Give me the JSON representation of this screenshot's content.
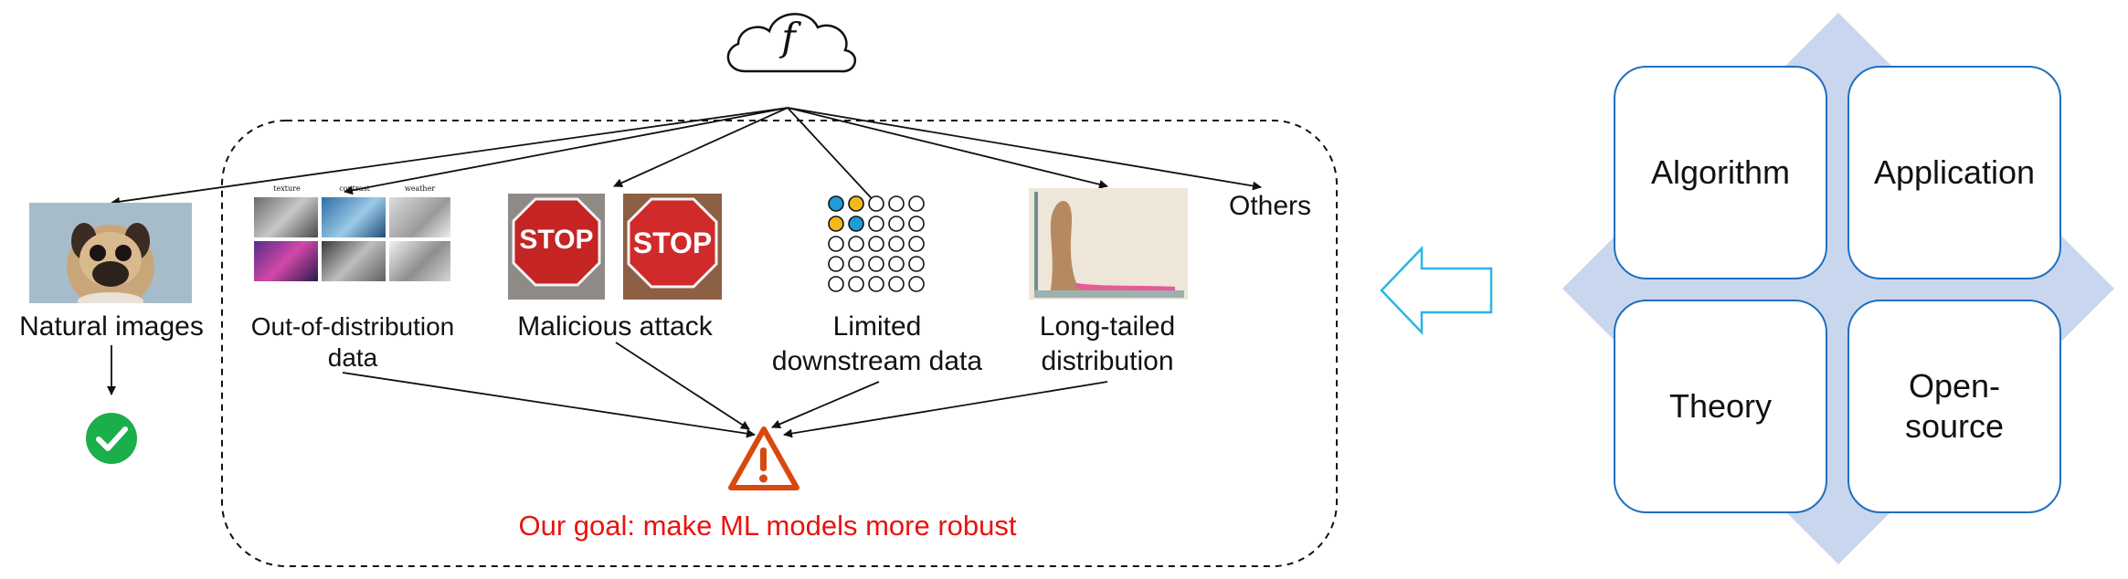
{
  "cloud": {
    "symbol": "f",
    "icon": "cloud-function-icon"
  },
  "items": {
    "natural": "Natural images",
    "ood_line1": "Out-of-distribution",
    "ood_line2": "data",
    "malicious": "Malicious attack",
    "limited_line1": "Limited",
    "limited_line2": "downstream data",
    "longtail_line1": "Long-tailed",
    "longtail_line2": "distribution",
    "others": "Others"
  },
  "ood_thumb_labels": [
    "texture",
    "contrast",
    "weather"
  ],
  "stop_signs": [
    "STOP",
    "STOP"
  ],
  "goal": "Our goal: make ML models more robust",
  "pillars": {
    "algorithm": "Algorithm",
    "application": "Application",
    "theory": "Theory",
    "open_line1": "Open-",
    "open_line2": "source"
  },
  "colors": {
    "goal_text": "#e8140f",
    "warning": "#d9480f",
    "check": "#1aaf4b",
    "pillar_border": "#1f6fbf",
    "diamond": "#c9d7ee",
    "arrow_outline": "#29b6e8",
    "dot_yellow": "#f2b91a",
    "dot_blue": "#1f9bd8"
  }
}
